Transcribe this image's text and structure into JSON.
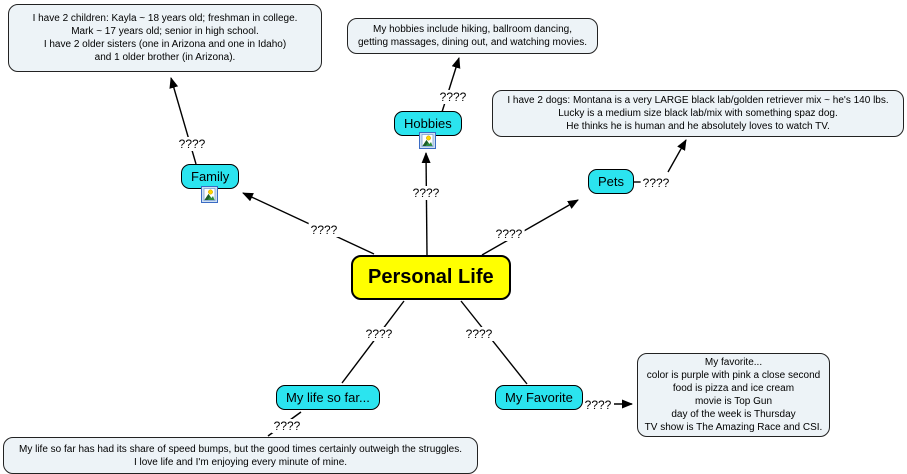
{
  "title": "Personal Life concept map",
  "colors": {
    "background": "#ffffff",
    "node_fill": "#2be4ef",
    "center_node_fill": "#ffff00",
    "detail_box_fill": "#edf3f7",
    "line": "#000000"
  },
  "center_node": {
    "label": "Personal Life"
  },
  "nodes": {
    "family": {
      "label": "Family"
    },
    "hobbies": {
      "label": "Hobbies"
    },
    "pets": {
      "label": "Pets"
    },
    "my_life": {
      "label": "My life so far..."
    },
    "my_favorite": {
      "label": "My Favorite"
    }
  },
  "boxes": {
    "family_details": {
      "text": "I have 2 children: Kayla ~ 18 years old; freshman in college.\nMark ~ 17 years old; senior in high school.\nI have 2 older sisters (one in Arizona and one in Idaho)\nand 1 older brother (in Arizona)."
    },
    "hobbies_details": {
      "text": "My hobbies include hiking, ballroom dancing,\ngetting massages, dining out, and watching movies."
    },
    "pets_details": {
      "text": "I have 2 dogs: Montana is a very LARGE black lab/golden retriever mix ~ he's 140 lbs.\nLucky is a medium size black lab/mix with something spaz dog.\nHe thinks he is human and he absolutely loves to watch TV."
    },
    "favorite_details": {
      "text": "My favorite...\ncolor is purple with pink a close second\nfood is pizza and ice cream\nmovie is Top Gun\nday of the week is Thursday\nTV show is The Amazing Race and CSI."
    },
    "my_life_details": {
      "text": "My life so far has had its share of speed bumps, but the good times certainly outweigh the struggles.\nI love life and I'm enjoying every minute of mine."
    }
  },
  "link_labels": {
    "family_to_details": "????",
    "center_to_family": "????",
    "center_to_hobbies": "????",
    "hobbies_to_details": "????",
    "center_to_pets": "????",
    "pets_to_details": "????",
    "center_to_my_life": "????",
    "my_life_to_details": "????",
    "center_to_my_favorite": "????",
    "my_favorite_to_details": "????"
  },
  "icons": {
    "image_resource": "picture-with-sun-and-mountain"
  }
}
